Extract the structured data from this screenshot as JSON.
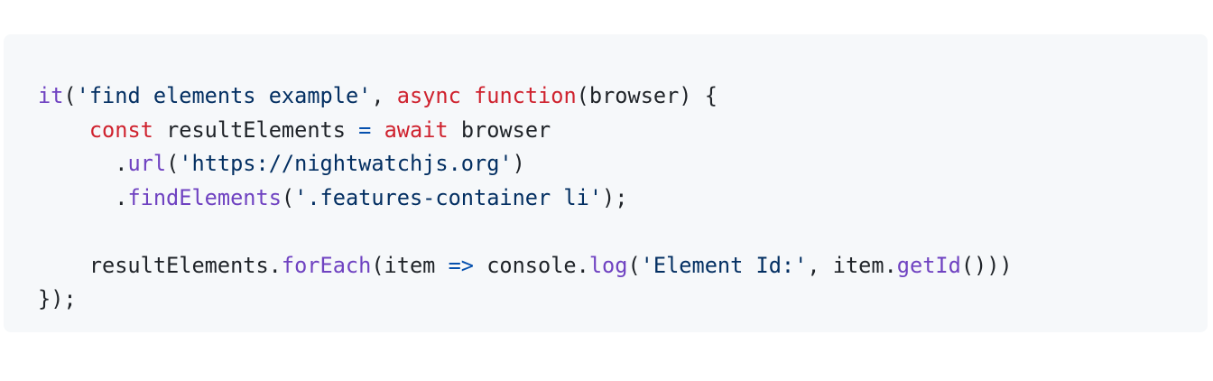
{
  "code_lines": [
    [
      {
        "t": "it",
        "c": "fn"
      },
      {
        "t": "(",
        "c": "plain"
      },
      {
        "t": "'find elements example'",
        "c": "str"
      },
      {
        "t": ", ",
        "c": "plain"
      },
      {
        "t": "async",
        "c": "kw"
      },
      {
        "t": " ",
        "c": "plain"
      },
      {
        "t": "function",
        "c": "kw"
      },
      {
        "t": "(browser) {",
        "c": "plain"
      }
    ],
    [
      {
        "t": "    ",
        "c": "plain"
      },
      {
        "t": "const",
        "c": "kw"
      },
      {
        "t": " resultElements ",
        "c": "plain"
      },
      {
        "t": "=",
        "c": "op"
      },
      {
        "t": " ",
        "c": "plain"
      },
      {
        "t": "await",
        "c": "kw"
      },
      {
        "t": " browser",
        "c": "plain"
      }
    ],
    [
      {
        "t": "      .",
        "c": "plain"
      },
      {
        "t": "url",
        "c": "fn"
      },
      {
        "t": "(",
        "c": "plain"
      },
      {
        "t": "'https://nightwatchjs.org'",
        "c": "str"
      },
      {
        "t": ")",
        "c": "plain"
      }
    ],
    [
      {
        "t": "      .",
        "c": "plain"
      },
      {
        "t": "findElements",
        "c": "fn"
      },
      {
        "t": "(",
        "c": "plain"
      },
      {
        "t": "'.features-container li'",
        "c": "str"
      },
      {
        "t": ");",
        "c": "plain"
      }
    ],
    [],
    [
      {
        "t": "    resultElements.",
        "c": "plain"
      },
      {
        "t": "forEach",
        "c": "fn"
      },
      {
        "t": "(item ",
        "c": "plain"
      },
      {
        "t": "=>",
        "c": "op"
      },
      {
        "t": " console.",
        "c": "plain"
      },
      {
        "t": "log",
        "c": "fn"
      },
      {
        "t": "(",
        "c": "plain"
      },
      {
        "t": "'Element Id:'",
        "c": "str"
      },
      {
        "t": ", item.",
        "c": "plain"
      },
      {
        "t": "getId",
        "c": "fn"
      },
      {
        "t": "()))",
        "c": "plain"
      }
    ],
    [
      {
        "t": "});",
        "c": "plain"
      }
    ]
  ]
}
